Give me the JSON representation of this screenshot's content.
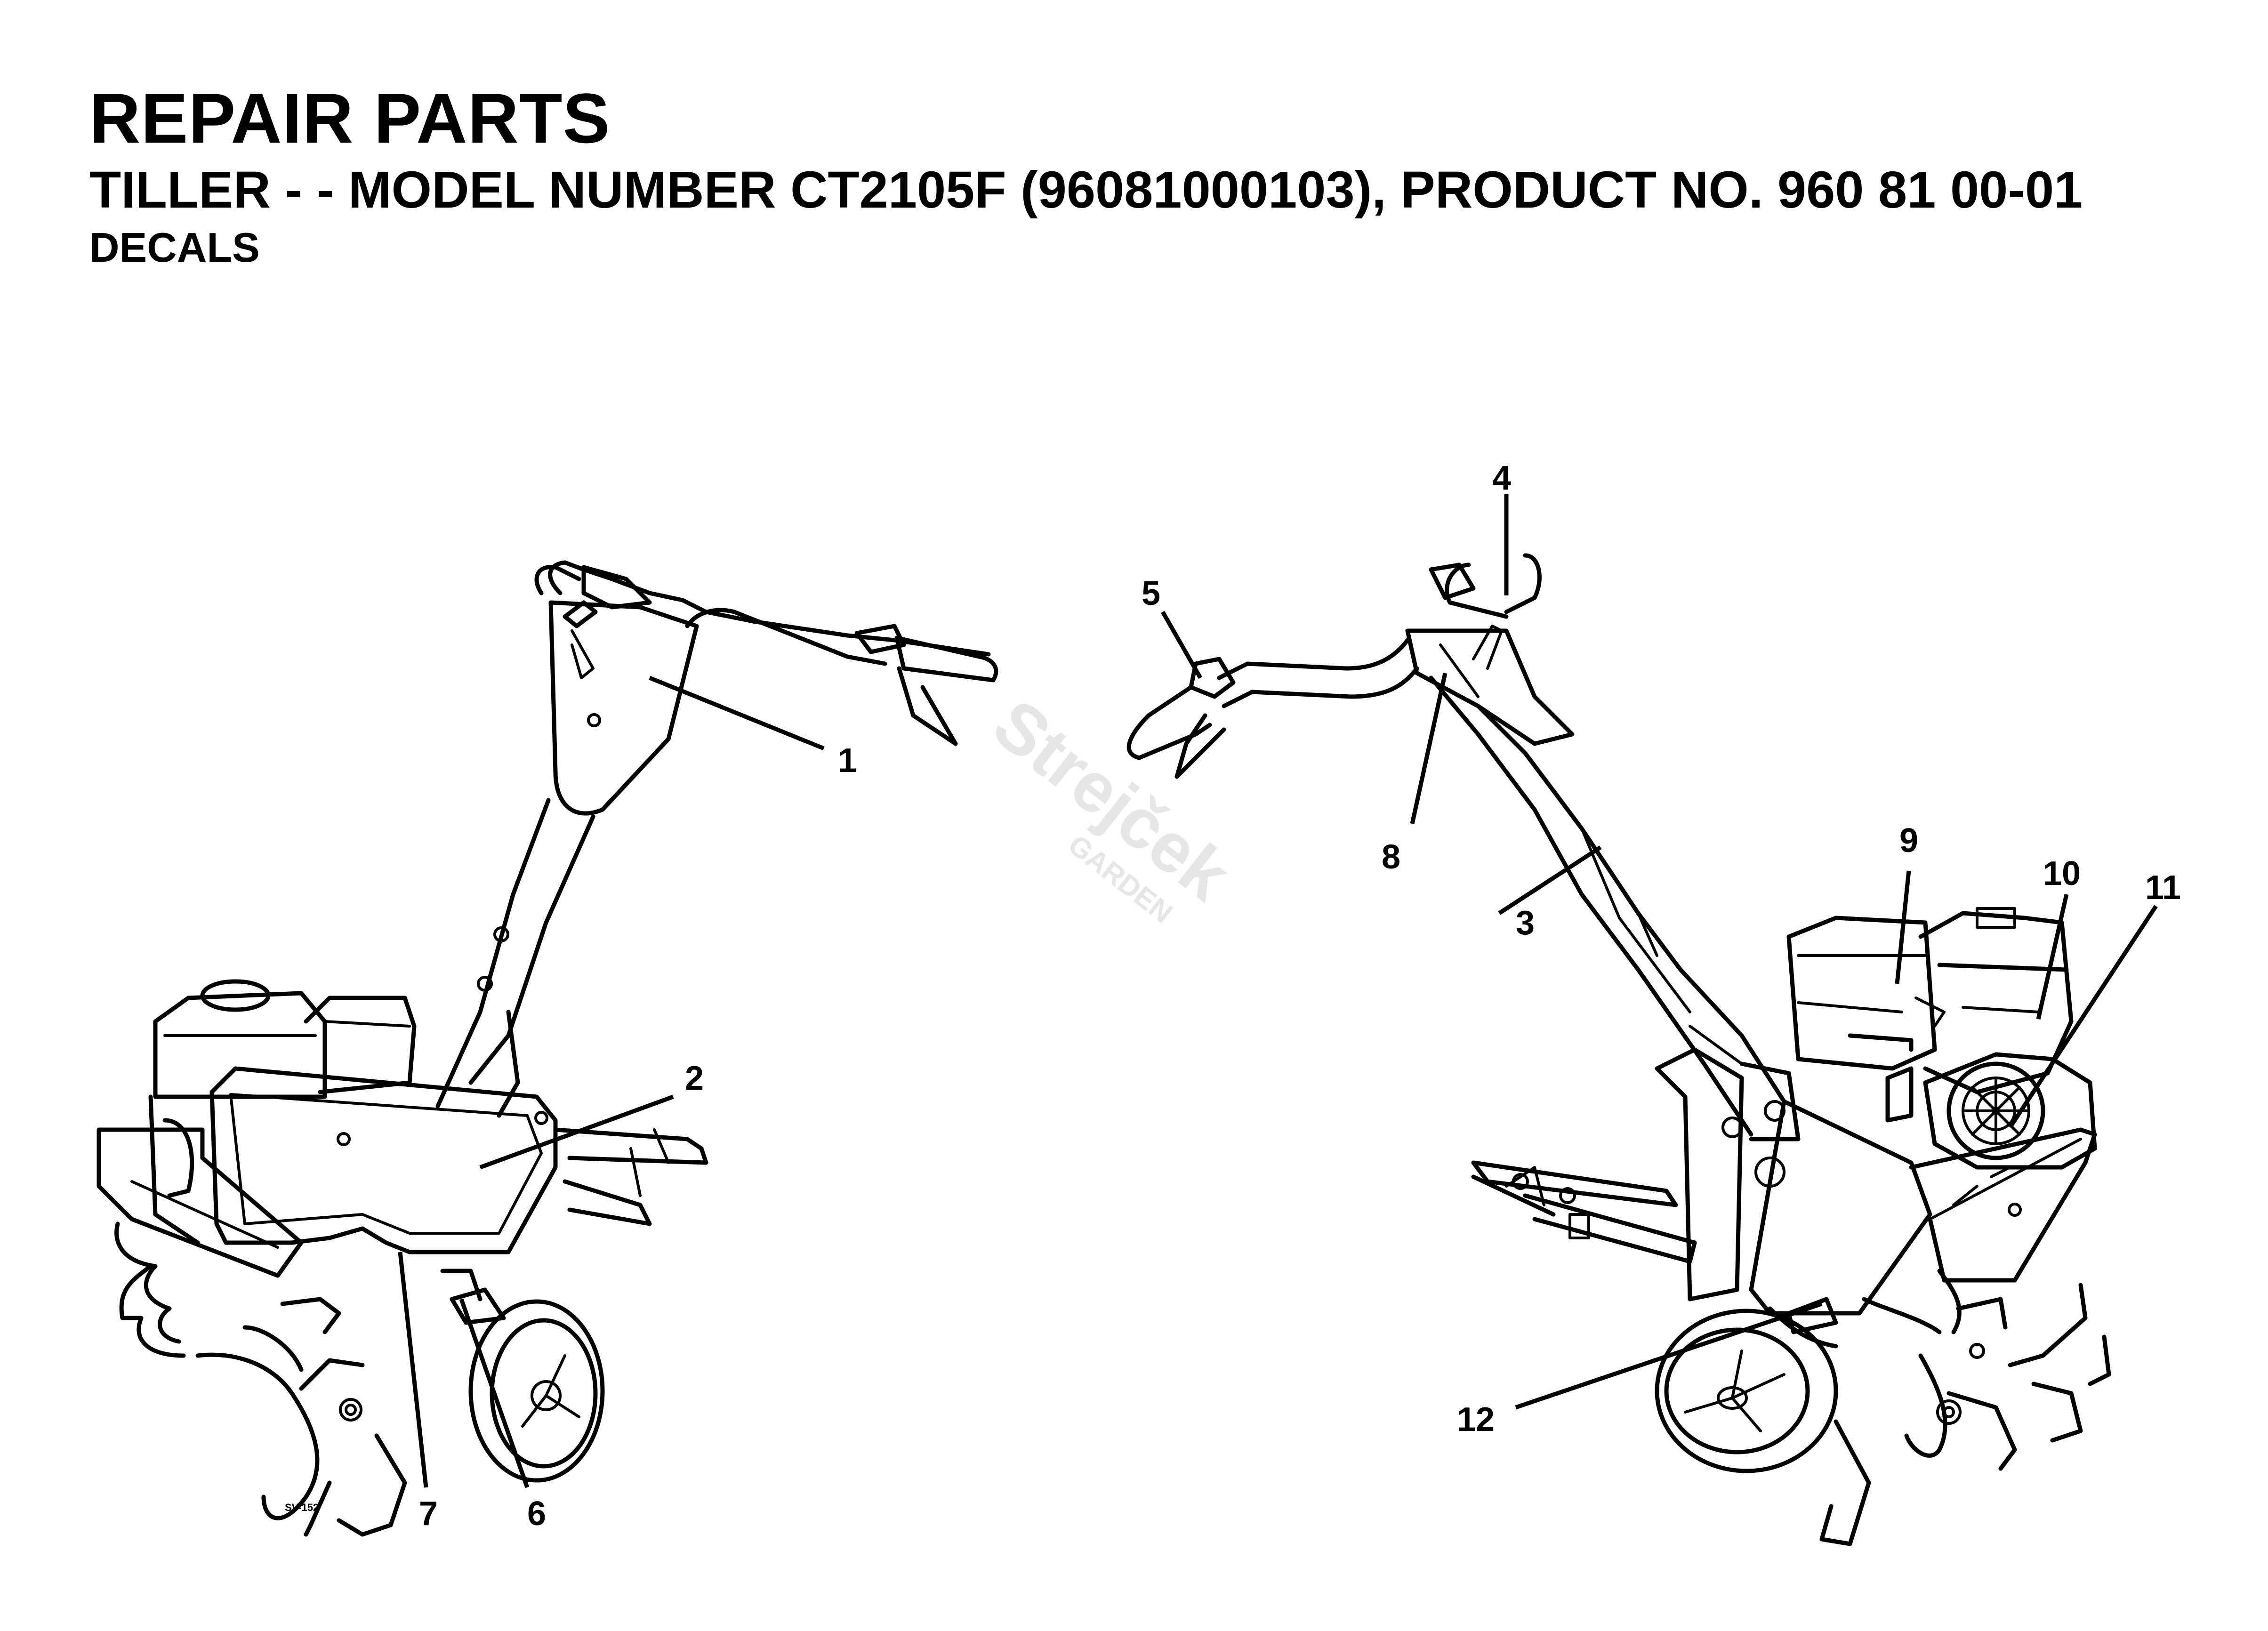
{
  "header": {
    "title": "REPAIR PARTS",
    "subtitle": "TILLER - - MODEL NUMBER CT2105F (96081000103), PRODUCT NO. 960 81 00-01",
    "section": "DECALS"
  },
  "callouts": [
    "1",
    "2",
    "3",
    "4",
    "5",
    "6",
    "7",
    "8",
    "9",
    "10",
    "11",
    "12"
  ],
  "drawing_code": "SV-152",
  "watermark": {
    "brand": "Strejček",
    "sub": "GARDEN"
  }
}
